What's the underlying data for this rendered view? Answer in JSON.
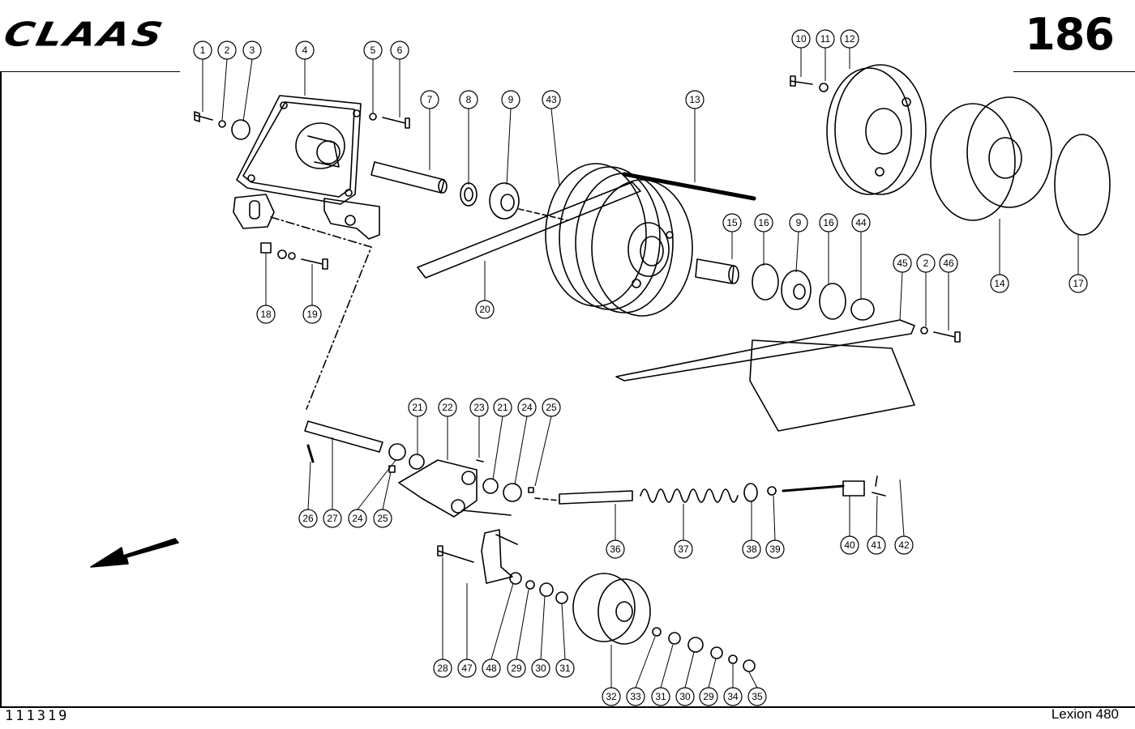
{
  "header": {
    "brand": "CLAAS",
    "page_number": "186"
  },
  "footer": {
    "document_number": "111319",
    "model": "Lexion 480"
  },
  "callout_numbers": [
    "1",
    "2",
    "3",
    "4",
    "5",
    "6",
    "7",
    "8",
    "9",
    "43",
    "13",
    "10",
    "11",
    "12",
    "15",
    "16",
    "9",
    "16",
    "44",
    "45",
    "2",
    "46",
    "14",
    "17",
    "18",
    "19",
    "20",
    "21",
    "22",
    "23",
    "21",
    "24",
    "25",
    "26",
    "27",
    "24",
    "25",
    "36",
    "37",
    "38",
    "39",
    "40",
    "41",
    "42",
    "28",
    "47",
    "48",
    "29",
    "30",
    "31",
    "32",
    "33",
    "31",
    "30",
    "29",
    "34",
    "35"
  ]
}
